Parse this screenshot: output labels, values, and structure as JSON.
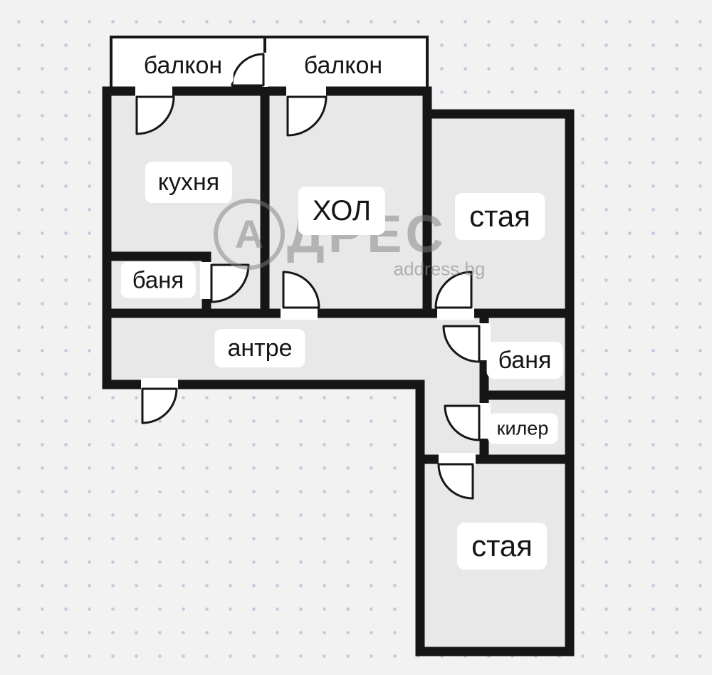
{
  "watermark": {
    "logo_letter": "А",
    "brand_rest": "ДРЕС",
    "brand_full": "АДРЕС",
    "domain": "address.bg"
  },
  "rooms": {
    "balcony_left": {
      "label": "балкон"
    },
    "balcony_right": {
      "label": "балкон"
    },
    "kitchen": {
      "label": "кухня"
    },
    "living_room": {
      "label": "ХОЛ"
    },
    "room_top": {
      "label": "стая"
    },
    "bath_left": {
      "label": "баня"
    },
    "hallway": {
      "label": "антре"
    },
    "bath_right": {
      "label": "баня"
    },
    "closet": {
      "label": "килер"
    },
    "room_bottom": {
      "label": "стая"
    }
  },
  "colors": {
    "wall": "#161616",
    "room_fill": "#e8e8e8",
    "balcony_fill": "#ffffff",
    "background": "#f2f2f3",
    "grid_dot": "#bfcddf",
    "watermark": "#7f7f7f",
    "label_bg": "#ffffff",
    "label_text": "#151515"
  }
}
